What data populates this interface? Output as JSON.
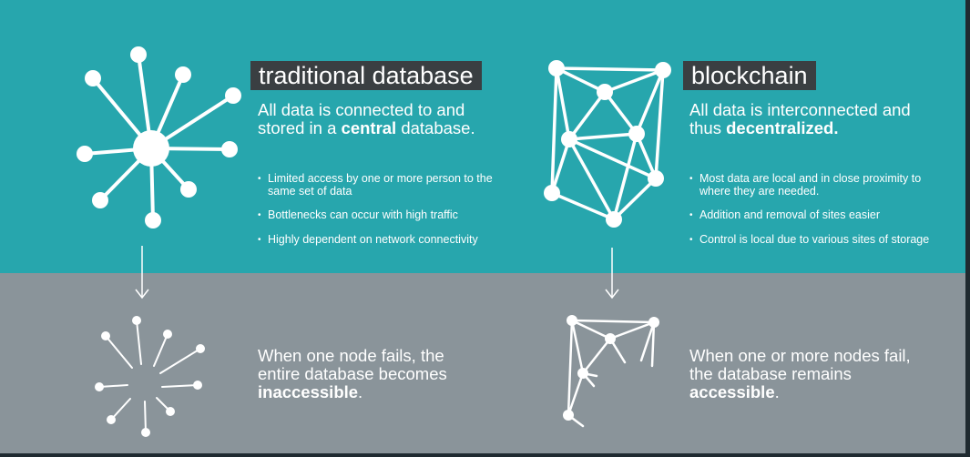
{
  "colors": {
    "top_band": "#27a6ad",
    "bottom_band": "#8a949a",
    "label_bg": "#3a3f42",
    "text": "#ffffff"
  },
  "traditional": {
    "title": "traditional database",
    "intro_pre": "All data is connected to and stored in a ",
    "intro_bold": "central",
    "intro_post": " database.",
    "bullets": [
      "Limited access by one or more person to the same set of data",
      "Bottlenecks can occur with high traffic",
      "Highly dependent on network connectivity"
    ],
    "outcome_pre": "When one node fails, the entire database becomes ",
    "outcome_bold": "inaccessible",
    "outcome_post": "."
  },
  "blockchain": {
    "title": "blockchain",
    "intro_pre": "All data is interconnected and thus ",
    "intro_bold": "decentralized.",
    "intro_post": "",
    "bullets": [
      "Most data are local and in close proximity to where they are needed.",
      "Addition and removal of sites easier",
      "Control is local due to various sites of storage"
    ],
    "outcome_pre": "When one or more nodes fail, the database remains ",
    "outcome_bold": "accessible",
    "outcome_post": "."
  }
}
